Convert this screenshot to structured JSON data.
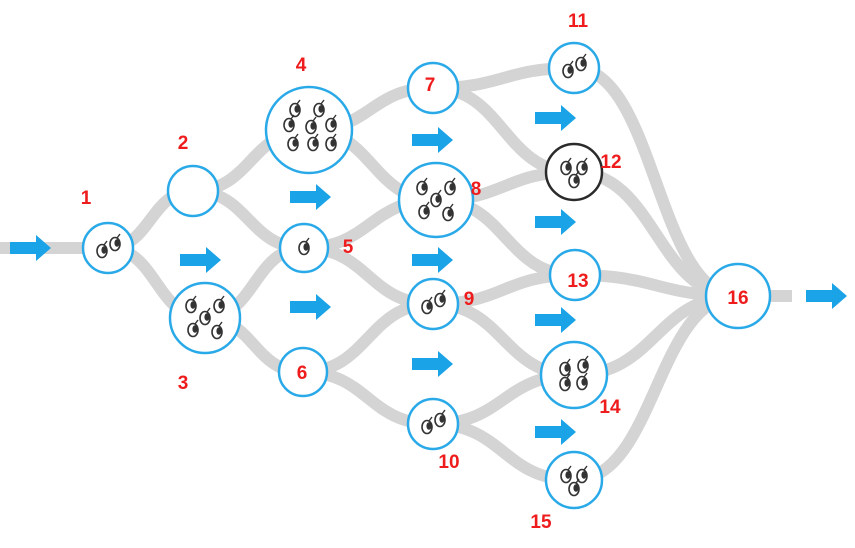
{
  "colors": {
    "path": "#d4d4d4",
    "node_stroke": "#29a9e8",
    "highlight_stroke": "#2b2b2b",
    "arrow": "#1aa3e6",
    "label": "#ee1c1c",
    "animal": "#333333"
  },
  "nodes": [
    {
      "id": "1",
      "label": "1",
      "animals": 2
    },
    {
      "id": "2",
      "label": "2",
      "animals": 0
    },
    {
      "id": "3",
      "label": "3",
      "animals": 5
    },
    {
      "id": "4",
      "label": "4",
      "animals": 8
    },
    {
      "id": "5",
      "label": "5",
      "animals": 1
    },
    {
      "id": "6",
      "label": "6",
      "animals": 0
    },
    {
      "id": "7",
      "label": "7",
      "animals": 0
    },
    {
      "id": "8",
      "label": "8",
      "animals": 5
    },
    {
      "id": "9",
      "label": "9",
      "animals": 2
    },
    {
      "id": "10",
      "label": "10",
      "animals": 2
    },
    {
      "id": "11",
      "label": "11",
      "animals": 2
    },
    {
      "id": "12",
      "label": "12",
      "animals": 3,
      "highlighted": true
    },
    {
      "id": "13",
      "label": "13",
      "animals": 0
    },
    {
      "id": "14",
      "label": "14",
      "animals": 4
    },
    {
      "id": "15",
      "label": "15",
      "animals": 3
    },
    {
      "id": "16",
      "label": "16",
      "animals": 0
    }
  ],
  "edges": [
    [
      "1",
      "2"
    ],
    [
      "1",
      "3"
    ],
    [
      "2",
      "4"
    ],
    [
      "2",
      "5"
    ],
    [
      "3",
      "5"
    ],
    [
      "3",
      "6"
    ],
    [
      "4",
      "7"
    ],
    [
      "4",
      "8"
    ],
    [
      "5",
      "8"
    ],
    [
      "5",
      "9"
    ],
    [
      "6",
      "9"
    ],
    [
      "6",
      "10"
    ],
    [
      "7",
      "11"
    ],
    [
      "7",
      "12"
    ],
    [
      "8",
      "12"
    ],
    [
      "8",
      "13"
    ],
    [
      "9",
      "13"
    ],
    [
      "9",
      "14"
    ],
    [
      "10",
      "14"
    ],
    [
      "10",
      "15"
    ],
    [
      "11",
      "16"
    ],
    [
      "12",
      "16"
    ],
    [
      "13",
      "16"
    ],
    [
      "14",
      "16"
    ],
    [
      "15",
      "16"
    ]
  ],
  "flow": {
    "direction": "left-to-right",
    "icon": "arrow-right-icon"
  }
}
